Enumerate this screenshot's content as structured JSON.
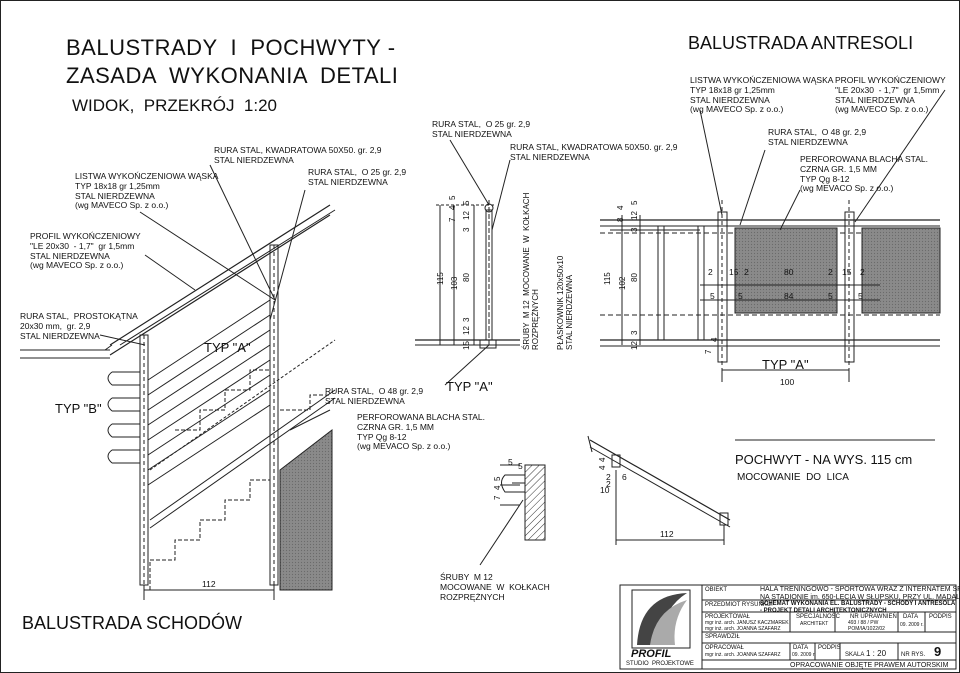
{
  "titles": {
    "main_line1": "BALUSTRADY  I  POCHWYTY -",
    "main_line2": "ZASADA  WYKONANIA  DETALI",
    "subtitle": "WIDOK,  PRZEKRÓJ  1:20",
    "antresola": "BALUSTRADA ANTRESOLI",
    "schody": "BALUSTRADA SCHODÓW",
    "pochwyt": "POCHWYT - NA WYS. 115 cm",
    "mocowanie": "MOCOWANIE  DO  LICA"
  },
  "labels": {
    "listwa_left": "LISTWA WYKOŃCZENIOWA WĄSKA\nTYP 18x18 gr 1,25mm\nSTAL NIERDZEWNA\n(wg MAVECO Sp. z o.o.)",
    "profil_left": "PROFIL WYKOŃCZENIOWY\n\"LE 20x30  - 1,7\"  gr 1,5mm\nSTAL NIERDZEWNA\n(wg MAVECO Sp. z o.o.)",
    "rura_prost": "RURA STAL,  PROSTOKĄTNA\n20x30 mm,  gr. 2,9\nSTAL NIERDZEWNA",
    "rura_kwadr1": "RURA STAL, KWADRATOWA 50X50. gr. 2,9\nSTAL NIERDZEWNA",
    "rura_o25a": "RURA STAL,  O 25 gr. 2,9\nSTAL NIERDZEWNA",
    "rura_o25b": "RURA STAL,  O 25 gr. 2,9\nSTAL NIERDZEWNA",
    "rura_kwadr2": "RURA STAL, KWADRATOWA 50X50. gr. 2,9\nSTAL NIERDZEWNA",
    "rura_o48a": "RURA STAL,  O 48 gr. 2,9\nSTAL NIERDZEWNA",
    "perforowana_a": "PERFOROWANA BLACHA STAL.\nCZRNA GR. 1,5 MM\nTYP Qg 8-12\n(wg MEVACO Sp. z o.o.)",
    "listwa_right": "LISTWA WYKOŃCZENIOWA WĄSKA\nTYP 18x18 gr 1,25mm\nSTAL NIERDZEWNA\n(wg MAVECO Sp. z o.o.)",
    "profil_right": "PROFIL WYKOŃCZENIOWY\n\"LE 20x30  - 1,7\"  gr 1,5mm\nSTAL NIERDZEWNA\n(wg MAVECO Sp. z o.o.)",
    "rura_o48b": "RURA STAL,  O 48 gr. 2,9\nSTAL NIERDZEWNA",
    "perforowana_b": "PERFOROWANA BLACHA STAL.\nCZRNA GR. 1,5 MM\nTYP Qg 8-12\n(wg MEVACO Sp. z o.o.)",
    "sruby_bottom": "ŚRUBY  M 12\nMOCOWANE  W  KOŁKACH\nROZPRĘŻNYCH",
    "sruby_vert": "ŚRUBY  M 12  MOCOWANE  W  KOŁKACH\nROZPRĘŻNYCH",
    "plaskownik_vert": "PŁASKOWNIK 120x50x10\nSTAL NIERDZEWNA",
    "typ_a_1": "TYP \"A\"",
    "typ_a_2": "TYP \"A\"",
    "typ_a_3": "TYP \"A\"",
    "typ_b": "TYP \"B\""
  },
  "dimensions": {
    "d115a": "115",
    "d103": "103",
    "d80a": "80",
    "d15a": "15",
    "d12a": "12",
    "d3a": "3",
    "d7": "7",
    "d4a": "4",
    "d5a": "5",
    "d3b": "3",
    "d12b": "12",
    "d5b": "5",
    "d115b": "115",
    "d102": "102",
    "d80b": "80",
    "d12c": "12",
    "d3c": "3",
    "d8": "8",
    "d4b": "4",
    "d3d": "3",
    "d12d": "12",
    "d5c": "5",
    "r2a": "2",
    "r15a": "15",
    "r2b": "2",
    "r80": "80",
    "r2c": "2",
    "r15b": "15",
    "r2d": "2",
    "r5a": "5",
    "r5b": "5",
    "r84": "84",
    "r5c": "5",
    "r5d": "5",
    "r100": "100",
    "r7": "7",
    "r4": "4",
    "d112a": "112",
    "d112b": "112",
    "p5a": "5",
    "p5b": "5",
    "p7": "7",
    "p4": "4",
    "p5c": "5",
    "q4a": "4",
    "q4b": "4",
    "q2a": "2",
    "q6": "6",
    "q2b": "2",
    "q10": "10"
  },
  "titleblock": {
    "logo_text": "PROFIL",
    "logo_sub": "STUDIO  PROJEKTOWE",
    "obiekt_lbl": "OBIEKT",
    "obiekt_val": "HALA TRENINGOWO - SPORTOWA WRAZ Z INTERNATEM SPORTOWYM\nNA STADIONIE im. 650-LECIA W SŁUPSKU, PRZY UL. MADALIŃSKIEGO",
    "przedmiot_lbl": "PRZEDMIOT RYSUNKU:",
    "przedmiot_val": "SCHEMAT WYKONANIA EL. BALUSTRADY - SCHODY I ANTRESOLA\n- PROJEKT DETALI ARCHITEKTONICZNYCH",
    "projektowal_lbl": "PROJEKTOWAŁ",
    "projektowal_val": "mgr inż. arch. JANUSZ KACZMAREK\nmgr inż. arch. JOANNA SZAFARZ",
    "specj_lbl": "SPECJALNOŚĆ",
    "specj_val": "ARCHITEKT",
    "nr_upr_lbl": "NR UPRAWNIEŃ",
    "nr_upr_val": "493 / 88 / PW\nPOM/IA/1022/02",
    "data_lbl": "DATA",
    "data_val": "09. 2009 r.",
    "podpis_lbl": "PODPIS",
    "sprawdzil_lbl": "SPRAWDZIŁ",
    "opracowal_lbl": "OPRACOWAŁ",
    "opracowal_val": "mgr inż. arch. JOANNA SZAFARZ",
    "data2_lbl": "DATA",
    "data2_val": "09. 2009 r.",
    "podpis2_lbl": "PODPIS",
    "skala_lbl": "SKALA",
    "skala_val": "1 : 20",
    "nr_rys_lbl": "NR RYS.",
    "nr_rys_val": "9",
    "copyright": "OPRACOWANIE OBJĘTE PRAWEM AUTORSKIM"
  }
}
